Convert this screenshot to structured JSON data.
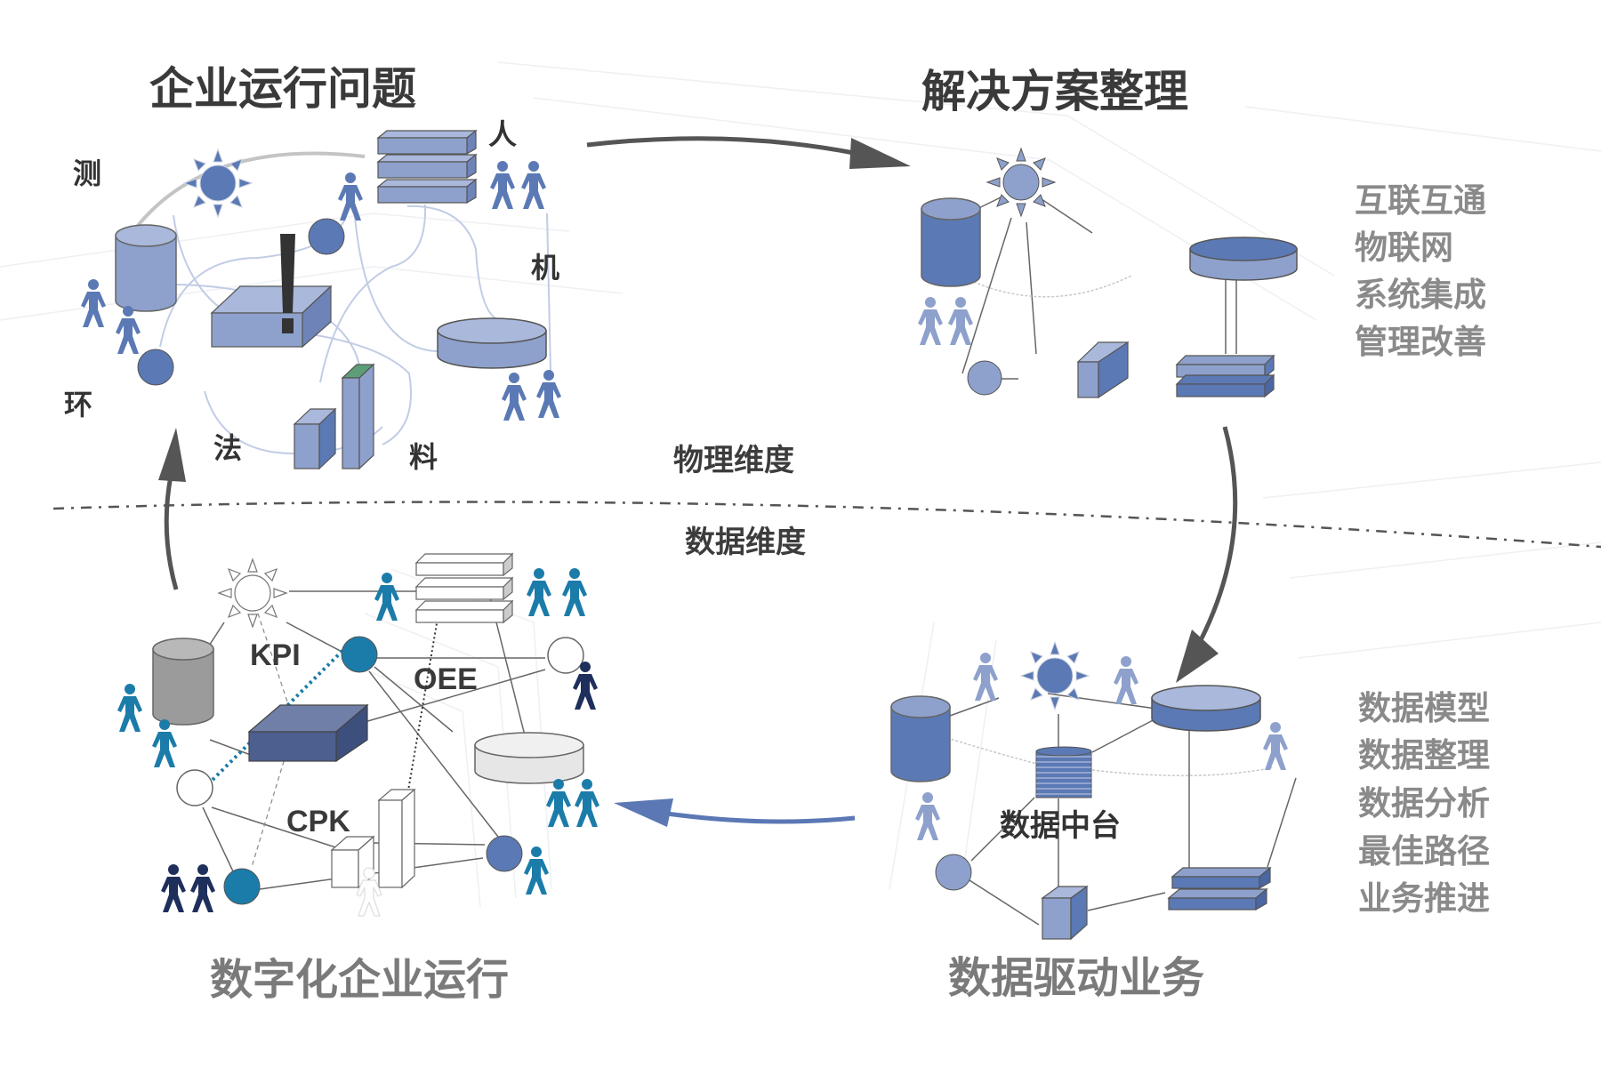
{
  "quadrants": {
    "top_left": {
      "title": "企业运行问题",
      "factors": {
        "ren": "人",
        "ji": "机",
        "liao": "料",
        "fa": "法",
        "huan": "环",
        "ce": "测"
      }
    },
    "top_right": {
      "title": "解决方案整理",
      "items": [
        "互联互通",
        "物联网",
        "系统集成",
        "管理改善"
      ]
    },
    "bottom_right": {
      "title": "数据驱动业务",
      "hub_label": "数据中台",
      "items": [
        "数据模型",
        "数据整理",
        "数据分析",
        "最佳路径",
        "业务推进"
      ]
    },
    "bottom_left": {
      "title": "数字化企业运行",
      "metrics": {
        "kpi": "KPI",
        "oee": "OEE",
        "cpk": "CPK"
      }
    }
  },
  "dimensions": {
    "physical": "物理维度",
    "data": "数据维度"
  },
  "colors": {
    "physical_blue": "#5b79b4",
    "physical_light": "#8ea1cc",
    "physical_top": "#a9b8db",
    "teal": "#1c7ca9",
    "navy": "#1e2f5c",
    "navy_box": "#4c5f8f",
    "gray_cylinder": "#9b9b9b",
    "arrow_dark": "#555555",
    "arrow_blue": "#5b78b5",
    "alert": "#333333"
  },
  "flow": [
    {
      "from": "企业运行问题",
      "to": "解决方案整理"
    },
    {
      "from": "解决方案整理",
      "to": "数据驱动业务"
    },
    {
      "from": "数据驱动业务",
      "to": "数字化企业运行"
    },
    {
      "from": "数字化企业运行",
      "to": "企业运行问题"
    }
  ]
}
